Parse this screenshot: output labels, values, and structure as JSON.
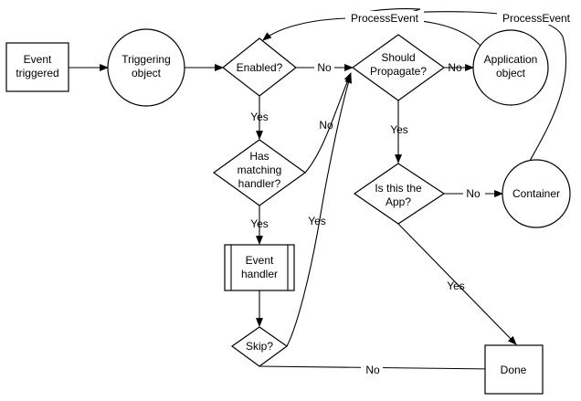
{
  "nodes": {
    "event_triggered": {
      "lines": [
        "Event",
        "triggered"
      ]
    },
    "triggering_object": {
      "lines": [
        "Triggering",
        "object"
      ]
    },
    "enabled": {
      "lines": [
        "Enabled?"
      ]
    },
    "has_matching_handler": {
      "lines": [
        "Has",
        "matching",
        "handler?"
      ]
    },
    "event_handler": {
      "lines": [
        "Event",
        "handler"
      ]
    },
    "skip": {
      "lines": [
        "Skip?"
      ]
    },
    "should_propagate": {
      "lines": [
        "Should",
        "Propagate?"
      ]
    },
    "application_object": {
      "lines": [
        "Application",
        "object"
      ]
    },
    "is_this_the_app": {
      "lines": [
        "Is this the",
        "App?"
      ]
    },
    "container": {
      "lines": [
        "Container"
      ]
    },
    "done": {
      "lines": [
        "Done"
      ]
    }
  },
  "edge_labels": {
    "enabled_no": "No",
    "enabled_yes": "Yes",
    "handler_yes": "Yes",
    "handler_no": "No",
    "skip_yes": "Yes",
    "skip_no": "No",
    "propagate_no": "No",
    "propagate_yes": "Yes",
    "app_no": "No",
    "app_yes": "Yes",
    "process_event_1": "ProcessEvent",
    "process_event_2": "ProcessEvent"
  }
}
